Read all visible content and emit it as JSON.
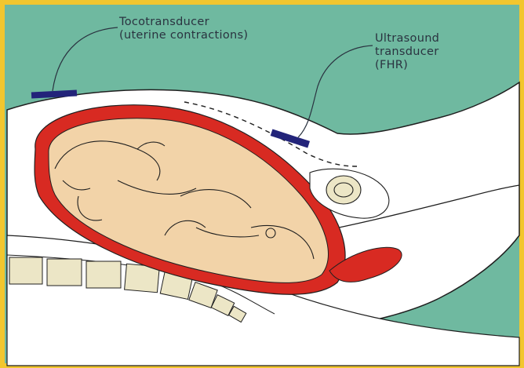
{
  "labels": {
    "tocotransducer": {
      "line1": "Tocotransducer",
      "line2": "(uterine contractions)"
    },
    "ultrasound": {
      "line1": "Ultrasound",
      "line2": "transducer",
      "line3": "(FHR)"
    }
  },
  "colors": {
    "background_teal": "#6fb9a0",
    "frame_yellow": "#f2c62e",
    "uterus_red": "#d82a22",
    "fetus_skin": "#f2d3a8",
    "transducer_blue": "#23247a",
    "spine_bone": "#ece6c6",
    "outline": "#1f1f1f"
  }
}
